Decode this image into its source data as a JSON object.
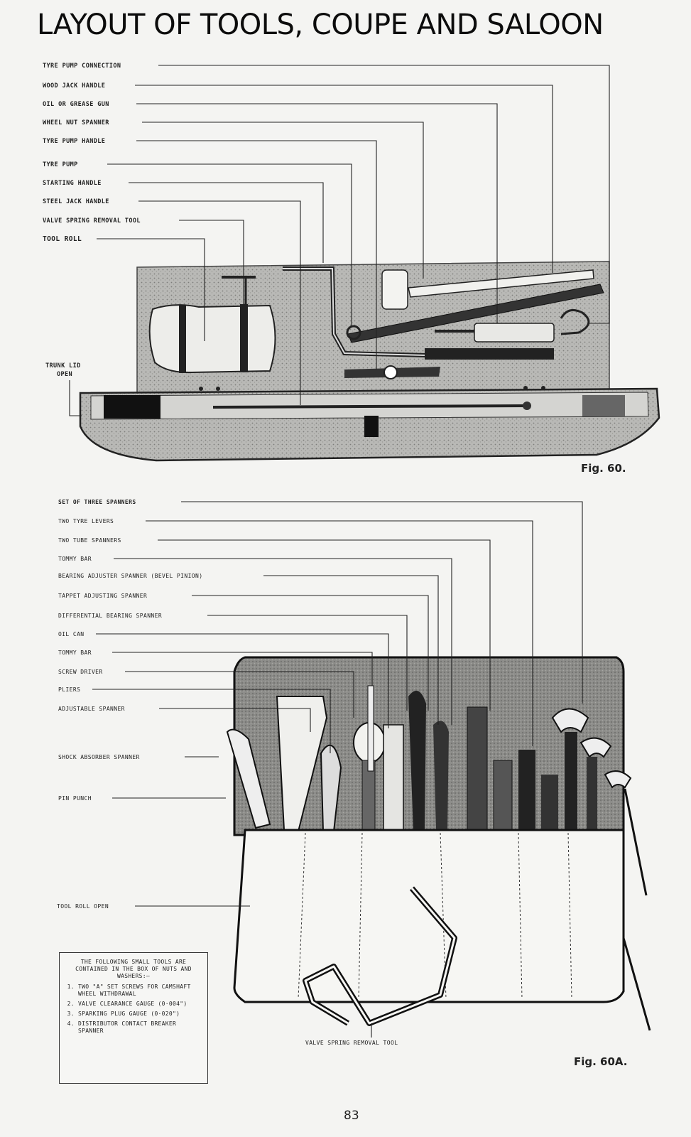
{
  "page": {
    "title": "LAYOUT OF TOOLS, COUPE AND SALOON",
    "page_number": "83"
  },
  "fig60": {
    "caption": "Fig. 60.",
    "labels": [
      "TYRE PUMP CONNECTION",
      "WOOD JACK HANDLE",
      "OIL OR GREASE GUN",
      "WHEEL NUT SPANNER",
      "TYRE PUMP HANDLE",
      "TYRE PUMP",
      "STARTING HANDLE",
      "STEEL JACK HANDLE",
      "VALVE SPRING REMOVAL TOOL",
      "TOOL ROLL"
    ],
    "trunk_label_line1": "TRUNK LID",
    "trunk_label_line2": "OPEN"
  },
  "fig60a": {
    "caption": "Fig. 60A.",
    "labels": [
      "SET OF THREE SPANNERS",
      "TWO TYRE LEVERS",
      "TWO TUBE SPANNERS",
      "TOMMY BAR",
      "BEARING ADJUSTER SPANNER (BEVEL PINION)",
      "TAPPET ADJUSTING SPANNER",
      "DIFFERENTIAL BEARING SPANNER",
      "OIL CAN",
      "TOMMY BAR",
      "SCREW DRIVER",
      "PLIERS",
      "ADJUSTABLE SPANNER"
    ],
    "shock_label": "SHOCK ABSORBER SPANNER",
    "pin_label": "PIN PUNCH",
    "roll_label": "TOOL ROLL OPEN",
    "valve_label": "VALVE SPRING REMOVAL TOOL"
  },
  "note": {
    "intro": "THE FOLLOWING SMALL TOOLS ARE CONTAINED IN THE BOX OF NUTS AND WASHERS:—",
    "items": [
      "TWO \"A\" SET SCREWS FOR CAMSHAFT WHEEL WITHDRAWAL",
      "VALVE CLEARANCE GAUGE (0·004\")",
      "SPARKING PLUG GAUGE (0·020\")",
      "DISTRIBUTOR CONTACT BREAKER SPANNER"
    ]
  }
}
